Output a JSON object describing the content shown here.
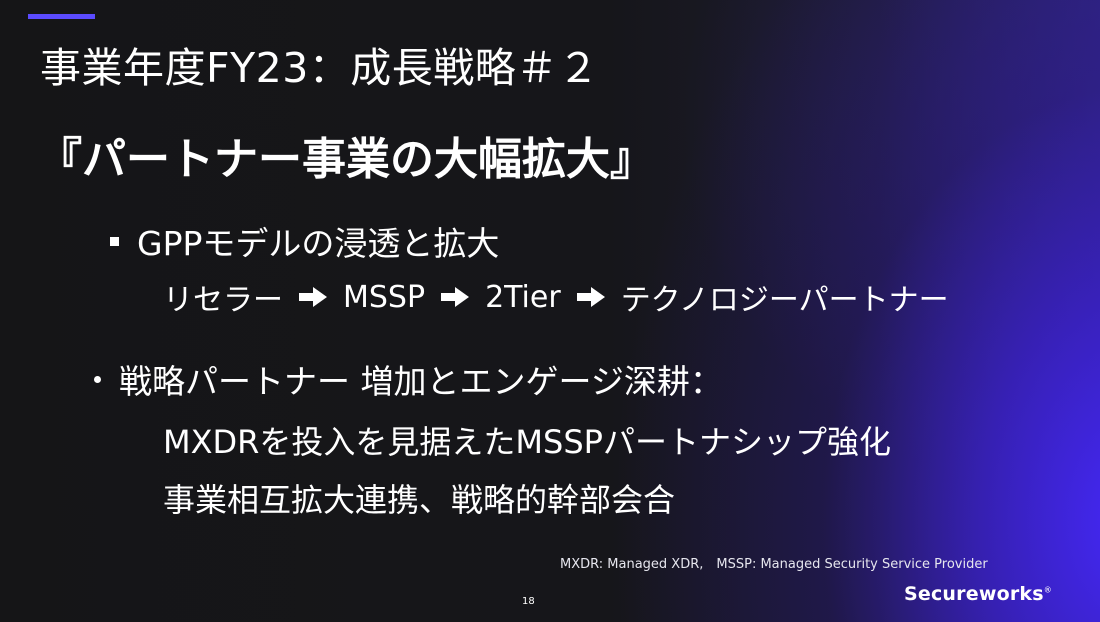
{
  "slide": {
    "title": "事業年度FY23：成長戦略＃２",
    "subtitle": "『パートナー事業の大幅拡大』",
    "bullet1": {
      "text": "GPPモデルの浸透と拡大",
      "flow": [
        "リセラー",
        "MSSP",
        "2Tier",
        "テクノロジーパートナー"
      ],
      "arrow_icon": "arrow-right-icon"
    },
    "bullet2": {
      "text": "戦略パートナー 増加とエンゲージ深耕：",
      "lines": [
        "MXDRを投入を見据えたMSSPパートナシップ強化",
        "事業相互拡大連携、戦略的幹部会合"
      ]
    },
    "footnote": "MXDR: Managed XDR,　MSSP: Managed Security Service Provider",
    "page_number": "18",
    "logo": "Secureworks",
    "logo_mark": "®"
  },
  "colors": {
    "accent": "#5b4bff",
    "background": "#141416",
    "gradient": "#4628ff"
  }
}
